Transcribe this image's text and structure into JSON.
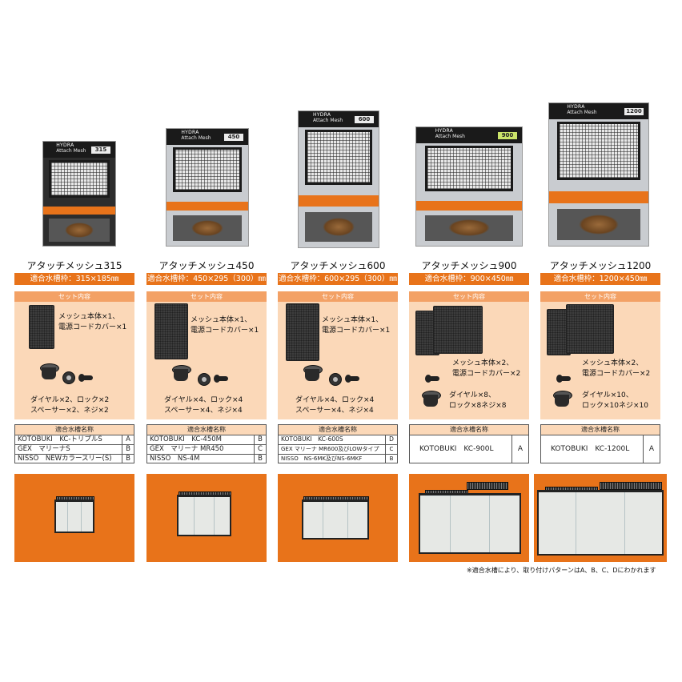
{
  "products": [
    {
      "model": "アタッチメッシュ315",
      "package_brand": "HYDRA",
      "package_sub": "Attach Mesh",
      "package_size": "315",
      "fit": "適合水槽枠：315×185㎜",
      "set_header": "セット内容",
      "set_main": "メッシュ本体×1、\n電源コードカバー×1",
      "set_parts": "ダイヤル×2、ロック×2\nスペーサー×2、ネジ×2",
      "table_header": "適合水槽名称",
      "tanks": [
        {
          "name": "KOTOBUKI　KC-トリプルS",
          "pattern": "A"
        },
        {
          "name": "GEX　マリーナS",
          "pattern": "B"
        },
        {
          "name": "NISSO　NEWカラースリー(S)",
          "pattern": "B"
        }
      ]
    },
    {
      "model": "アタッチメッシュ450",
      "package_brand": "HYDRA",
      "package_sub": "Attach Mesh",
      "package_size": "450",
      "fit": "適合水槽枠：450×295（300）㎜",
      "set_header": "セット内容",
      "set_main": "メッシュ本体×1、\n電源コードカバー×1",
      "set_parts": "ダイヤル×4、ロック×4\nスペーサー×4、ネジ×4",
      "table_header": "適合水槽名称",
      "tanks": [
        {
          "name": "KOTOBUKI　KC-450M",
          "pattern": "B"
        },
        {
          "name": "GEX　マリーナ MR450",
          "pattern": "C"
        },
        {
          "name": "NISSO　NS-4M",
          "pattern": "B"
        }
      ]
    },
    {
      "model": "アタッチメッシュ600",
      "package_brand": "HYDRA",
      "package_sub": "Attach Mesh",
      "package_size": "600",
      "fit": "適合水槽枠：600×295（300）㎜",
      "set_header": "セット内容",
      "set_main": "メッシュ本体×1、\n電源コードカバー×1",
      "set_parts": "ダイヤル×4、ロック×4\nスペーサー×4、ネジ×4",
      "table_header": "適合水槽名称",
      "tanks": [
        {
          "name": "KOTOBUKI　KC-600S",
          "pattern": "D"
        },
        {
          "name": "GEX マリーナ MR600及びLOWタイプ",
          "pattern": "C"
        },
        {
          "name": "NISSO　NS-6MK及びNS-6MKF",
          "pattern": "B"
        }
      ]
    },
    {
      "model": "アタッチメッシュ900",
      "package_brand": "HYDRA",
      "package_sub": "Attach Mesh",
      "package_size": "900",
      "fit": "適合水槽枠：900×450㎜",
      "set_header": "セット内容",
      "set_main": "メッシュ本体×2、\n電源コードカバー×2",
      "set_parts": "ダイヤル×8、\nロック×8ネジ×8",
      "table_header": "適合水槽名称",
      "tanks": [
        {
          "name": "KOTOBUKI　KC-900L",
          "pattern": "A"
        }
      ]
    },
    {
      "model": "アタッチメッシュ1200",
      "package_brand": "HYDRA",
      "package_sub": "Attach Mesh",
      "package_size": "1200",
      "fit": "適合水槽枠：1200×450㎜",
      "set_header": "セット内容",
      "set_main": "メッシュ本体×2、\n電源コードカバー×2",
      "set_parts": "ダイヤル×10、\nロック×10ネジ×10",
      "table_header": "適合水槽名称",
      "tanks": [
        {
          "name": "KOTOBUKI　KC-1200L",
          "pattern": "A"
        }
      ]
    }
  ],
  "footnote": "※適合水槽により、取り付けパターンはA、B、C、Dにわかれます",
  "colors": {
    "accent": "#e8731a",
    "accent_light": "#f3a165",
    "panel_bg": "#fbd8b8"
  }
}
